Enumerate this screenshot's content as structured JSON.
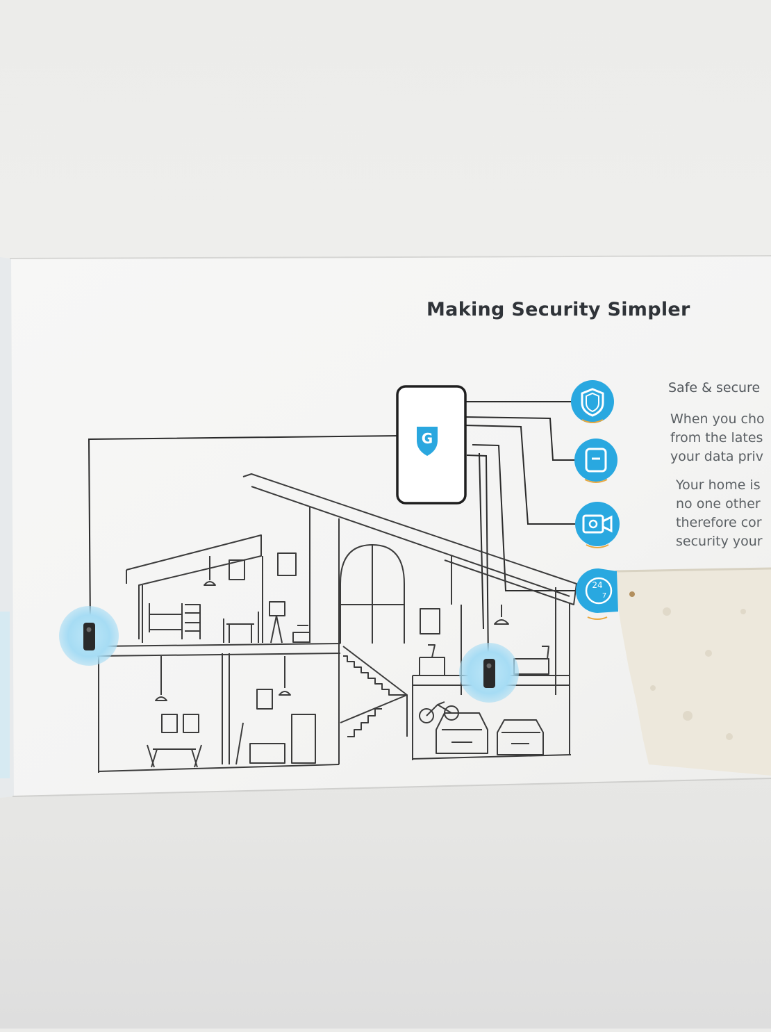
{
  "heading": "Making Security Simpler",
  "features": {
    "title": "Safe & secure",
    "paragraph1": [
      "When you cho",
      "from the lates",
      "your data priv"
    ],
    "paragraph2": [
      "Your home is",
      "no one other",
      "therefore cor",
      "security your"
    ]
  },
  "hub": {
    "logo_letter": "G"
  },
  "feature_icons": [
    "shield-icon",
    "chat-bubble-icon",
    "camera-icon",
    "24-7-icon"
  ],
  "cameras": [
    "doorbell-camera-left",
    "doorbell-camera-right"
  ],
  "colors": {
    "accent": "#29a8e0",
    "accent_glow": "#9fd8f2",
    "box_white": "#fafafa",
    "line": "#2a2a2a",
    "torn_paper": "#ece6d8"
  }
}
